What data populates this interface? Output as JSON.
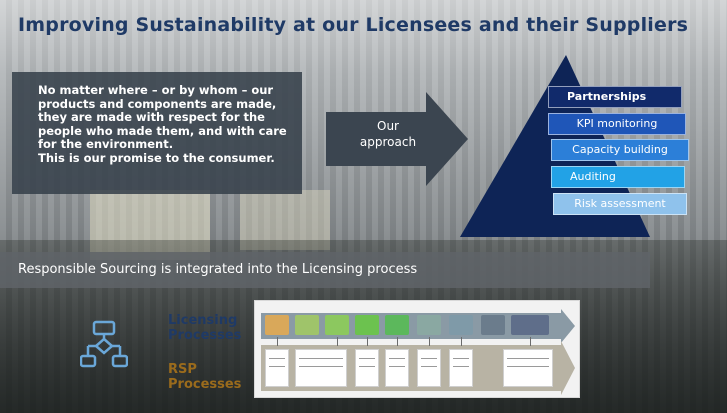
{
  "title": "Improving Sustainability at our Licensees and their Suppliers",
  "promise": {
    "lines": [
      "No matter where – or by whom – our products and components are made, they are made with respect for the people who made them, and with care for the environment.",
      "This is our promise to the consumer."
    ]
  },
  "approach": {
    "label_line1": "Our",
    "label_line2": "approach"
  },
  "pyramid": {
    "layers": [
      {
        "label": "Partnerships",
        "color": "#112a6b"
      },
      {
        "label": "KPI monitoring",
        "color": "#1f56b8"
      },
      {
        "label": "Capacity building",
        "color": "#2c7fd8"
      },
      {
        "label": "Auditing",
        "color": "#22a2e6"
      },
      {
        "label": "Risk assessment",
        "color": "#8fc2ec"
      }
    ]
  },
  "banner": "Responsible Sourcing is integrated into the Licensing process",
  "processes": {
    "licensing_line1": "Licensing",
    "licensing_line2": "Processes",
    "rsp_line1": "RSP",
    "rsp_line2": "Processes"
  },
  "colors": {
    "title": "#1f3a66",
    "rsp_label": "#9a6b1c",
    "pyramid_dark": "#0e2456",
    "step_colors": [
      "#d9a85a",
      "#9fc46a",
      "#8cc85f",
      "#6cc24f",
      "#5cb85c",
      "#8aa8a2",
      "#7f9aa8",
      "#6b7c8c",
      "#5f6e8a"
    ]
  },
  "icons": {
    "process": "flowchart-icon"
  }
}
